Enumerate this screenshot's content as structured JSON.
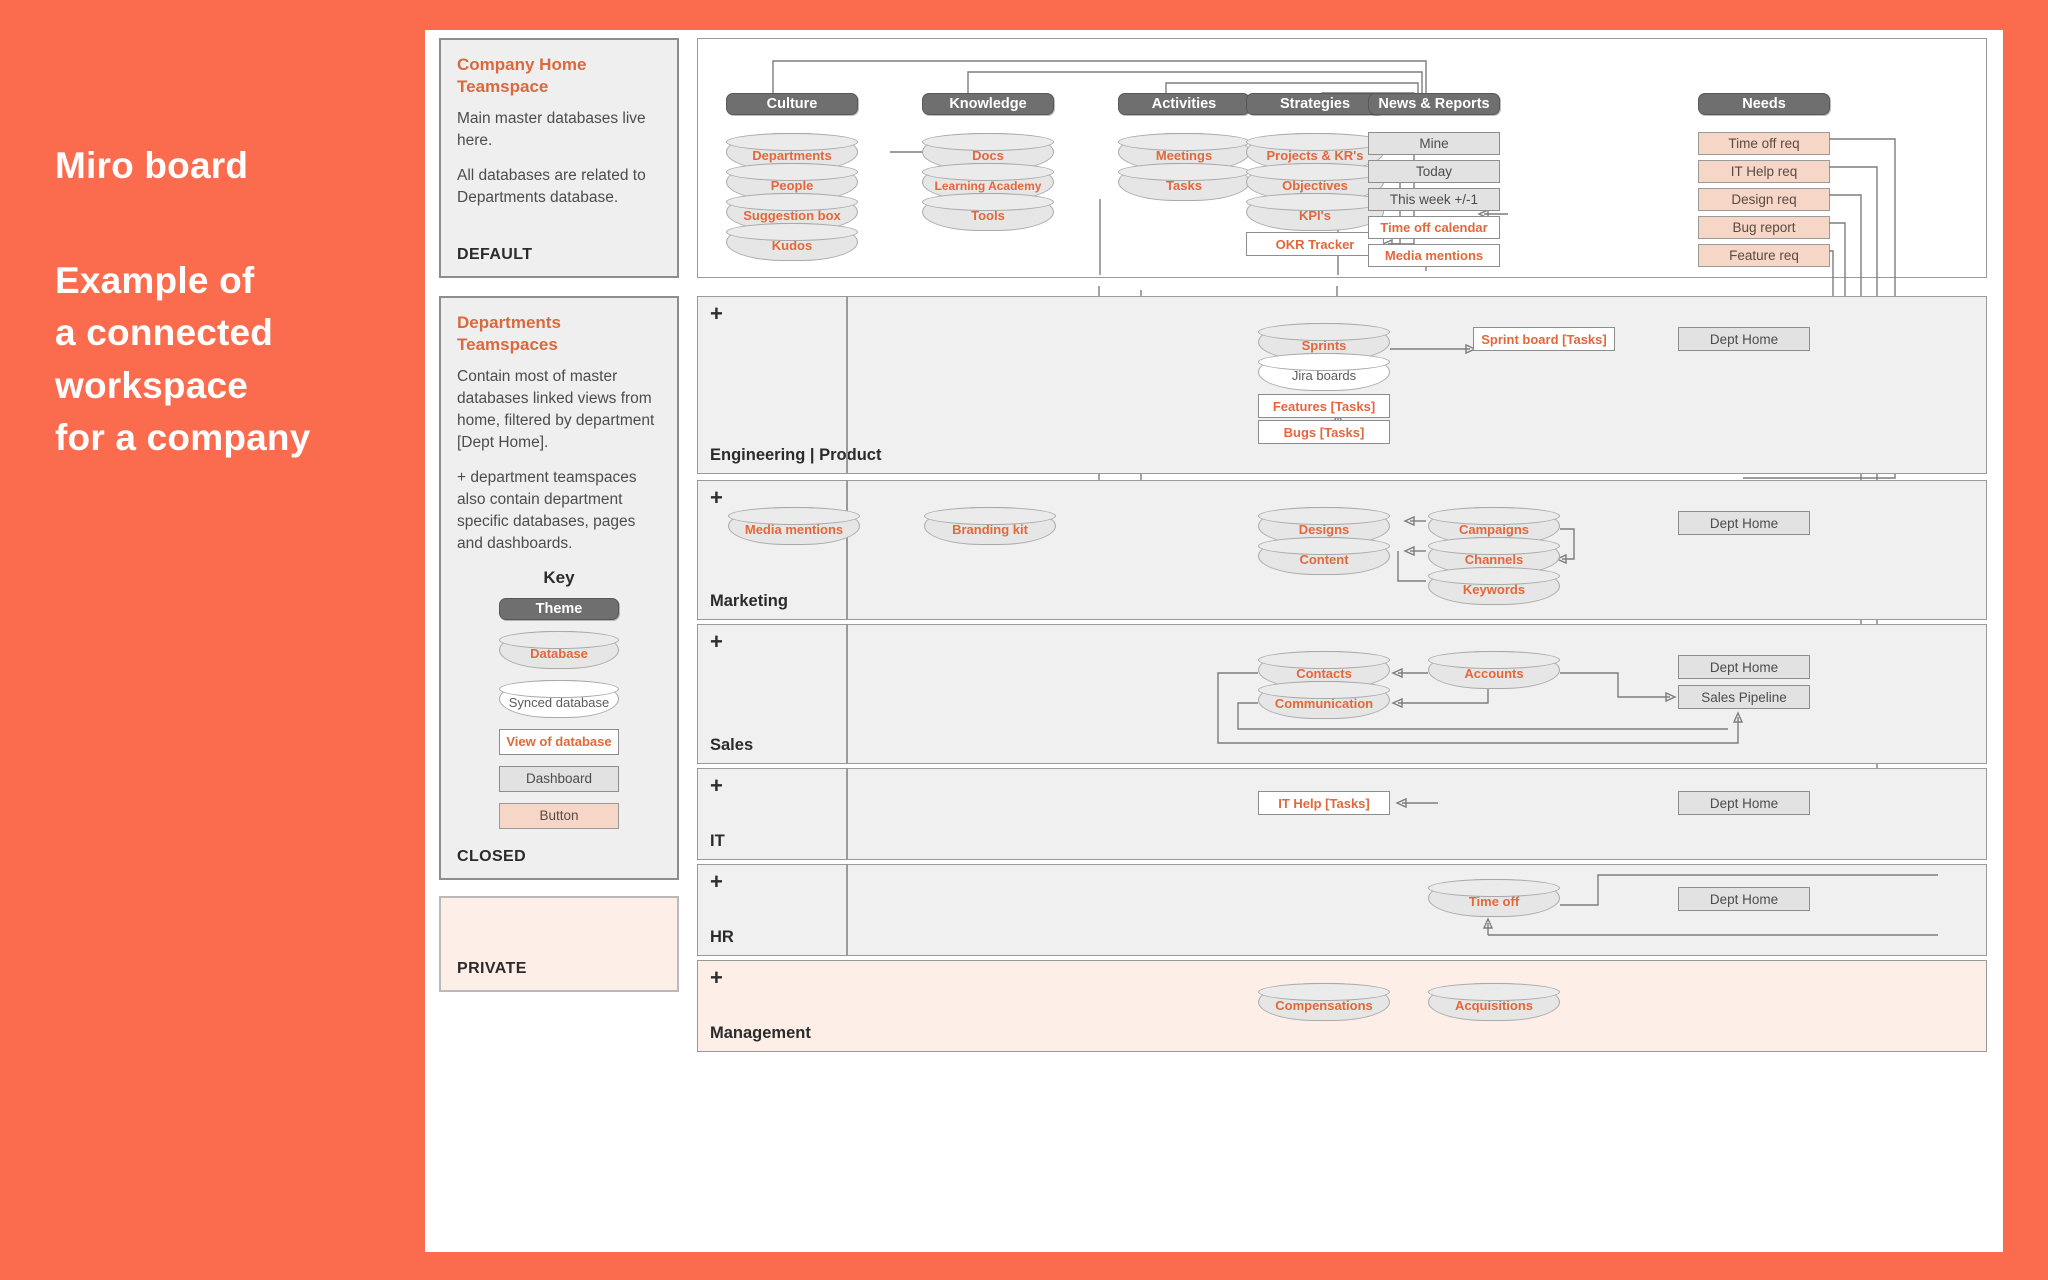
{
  "page": {
    "background_color": "#fb6c4f",
    "board_background": "#ffffff"
  },
  "left_title": {
    "line1": "Miro board",
    "line2": "Example of",
    "line3": "a connected",
    "line4": "workspace",
    "line5": "for a company"
  },
  "sidebar": {
    "cards": [
      {
        "title_line1": "Company Home",
        "title_line2": "Teamspace",
        "p1": "Main master databases live here.",
        "p2": "All databases are related to Departments database.",
        "status": "DEFAULT"
      },
      {
        "title_line1": "Departments",
        "title_line2": "Teamspaces",
        "p1": "Contain most of master databases linked views from home, filtered by department [Dept Home].",
        "p2": "+ department teamspaces also contain department specific databases, pages and dashboards.",
        "status": "CLOSED"
      },
      {
        "status": "PRIVATE"
      }
    ],
    "key": {
      "title": "Key",
      "items": [
        {
          "label": "Theme",
          "type": "theme"
        },
        {
          "label": "Database",
          "type": "database"
        },
        {
          "label": "Synced database",
          "type": "synced-database"
        },
        {
          "label": "View of database",
          "type": "view"
        },
        {
          "label": "Dashboard",
          "type": "dashboard"
        },
        {
          "label": "Button",
          "type": "button"
        }
      ]
    }
  },
  "default_panel": {
    "columns": [
      {
        "theme": "Culture",
        "nodes": [
          {
            "label": "Departments",
            "type": "database"
          },
          {
            "label": "People",
            "type": "database"
          },
          {
            "label": "Suggestion box",
            "type": "database"
          },
          {
            "label": "Kudos",
            "type": "database"
          }
        ]
      },
      {
        "theme": "Knowledge",
        "nodes": [
          {
            "label": "Docs",
            "type": "database"
          },
          {
            "label": "Learning Academy",
            "type": "database"
          },
          {
            "label": "Tools",
            "type": "database"
          }
        ]
      },
      {
        "theme": "Activities",
        "nodes": [
          {
            "label": "Meetings",
            "type": "database"
          },
          {
            "label": "Tasks",
            "type": "database"
          }
        ]
      },
      {
        "theme": "Strategies",
        "nodes": [
          {
            "label": "Projects & KR's",
            "type": "database"
          },
          {
            "label": "Objectives",
            "type": "database"
          },
          {
            "label": "KPI's",
            "type": "database"
          },
          {
            "label": "OKR Tracker",
            "type": "view"
          }
        ]
      },
      {
        "theme": "News & Reports",
        "nodes": [
          {
            "label": "Mine",
            "type": "dashboard"
          },
          {
            "label": "Today",
            "type": "dashboard"
          },
          {
            "label": "This week +/-1",
            "type": "dashboard"
          },
          {
            "label": "Time off calendar",
            "type": "view"
          },
          {
            "label": "Media mentions",
            "type": "view"
          }
        ]
      },
      {
        "theme": "Needs",
        "nodes": [
          {
            "label": "Time off req",
            "type": "button"
          },
          {
            "label": "IT Help req",
            "type": "button"
          },
          {
            "label": "Design req",
            "type": "button"
          },
          {
            "label": "Bug report",
            "type": "button"
          },
          {
            "label": "Feature req",
            "type": "button"
          }
        ]
      }
    ]
  },
  "departments": [
    {
      "name": "Engineering | Product",
      "plus": "+",
      "nodes": [
        {
          "label": "Sprints",
          "type": "database"
        },
        {
          "label": "Jira boards",
          "type": "synced-database"
        },
        {
          "label": "Features [Tasks]",
          "type": "view"
        },
        {
          "label": "Bugs [Tasks]",
          "type": "view"
        },
        {
          "label": "Sprint board [Tasks]",
          "type": "view"
        },
        {
          "label": "Dept Home",
          "type": "dashboard"
        }
      ]
    },
    {
      "name": "Marketing",
      "plus": "+",
      "nodes": [
        {
          "label": "Media mentions",
          "type": "database"
        },
        {
          "label": "Branding kit",
          "type": "database"
        },
        {
          "label": "Designs",
          "type": "database"
        },
        {
          "label": "Content",
          "type": "database"
        },
        {
          "label": "Campaigns",
          "type": "database"
        },
        {
          "label": "Channels",
          "type": "database"
        },
        {
          "label": "Keywords",
          "type": "database"
        },
        {
          "label": "Dept Home",
          "type": "dashboard"
        }
      ]
    },
    {
      "name": "Sales",
      "plus": "+",
      "nodes": [
        {
          "label": "Contacts",
          "type": "database"
        },
        {
          "label": "Communication",
          "type": "database"
        },
        {
          "label": "Accounts",
          "type": "database"
        },
        {
          "label": "Dept Home",
          "type": "dashboard"
        },
        {
          "label": "Sales Pipeline",
          "type": "dashboard"
        }
      ]
    },
    {
      "name": "IT",
      "plus": "+",
      "nodes": [
        {
          "label": "IT Help [Tasks]",
          "type": "view"
        },
        {
          "label": "Dept Home",
          "type": "dashboard"
        }
      ]
    },
    {
      "name": "HR",
      "plus": "+",
      "nodes": [
        {
          "label": "Time off",
          "type": "database"
        },
        {
          "label": "Dept Home",
          "type": "dashboard"
        }
      ]
    },
    {
      "name": "Management",
      "plus": "+",
      "nodes": [
        {
          "label": "Compensations",
          "type": "database"
        },
        {
          "label": "Acquisitions",
          "type": "database"
        }
      ]
    }
  ],
  "colors": {
    "accent_orange": "#fb6c4f",
    "node_text_orange": "#e2683c",
    "theme_gray": "#6f6f6f",
    "button_peach": "#f6d6c6",
    "lane_gray": "#f0f0f0",
    "private_pink": "#fdeee7"
  }
}
